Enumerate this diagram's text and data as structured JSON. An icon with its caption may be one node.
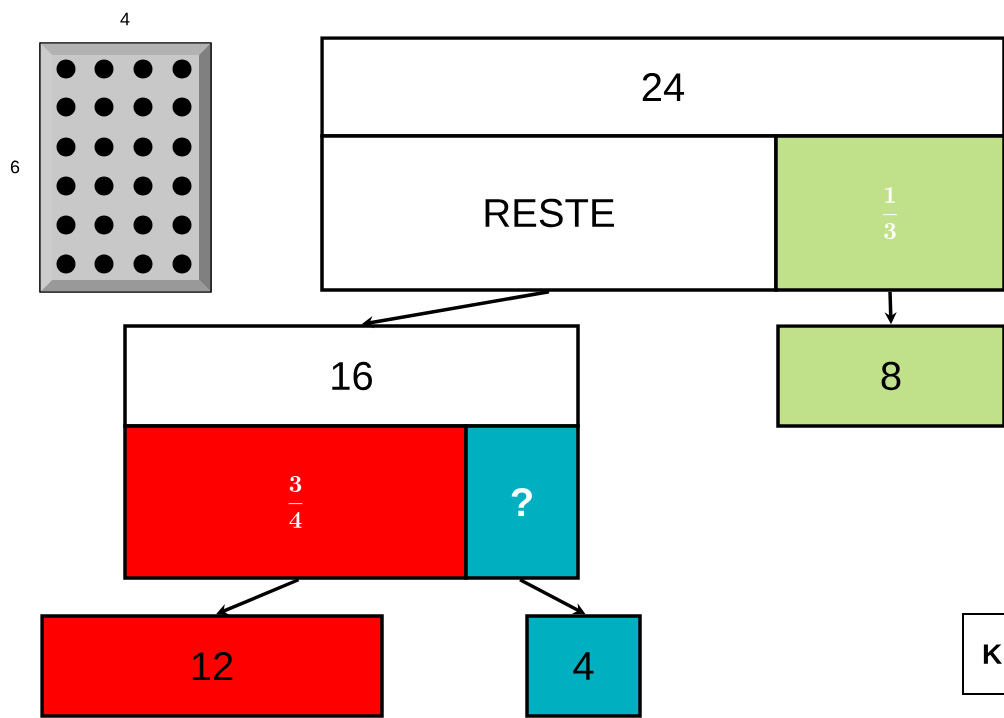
{
  "diagram": {
    "nodes": [
      {
        "text": [
          "24"
        ]
      },
      {
        "text": [
          "RESTE"
        ]
      },
      {
        "text": [
          "\\dfrac{1}{3}"
        ]
      },
      {
        "text": [
          "8"
        ]
      },
      {
        "text": [
          "16"
        ]
      },
      {
        "text": [
          "\\dfrac{3}{4}"
        ]
      },
      {
        "text": [
          "?"
        ]
      },
      {
        "text": [
          "12"
        ]
      },
      {
        "text": [
          "4"
        ]
      },
      {
        "text": [
          "K"
        ]
      }
    ],
    "edges": [
      {
        "from": 1,
        "to": 4,
        "arrow": "to"
      },
      {
        "from": 2,
        "to": 3,
        "arrow": "to"
      },
      {
        "from": 5,
        "to": 7,
        "arrow": "to"
      },
      {
        "from": 6,
        "to": 8,
        "arrow": "to"
      }
    ],
    "labels": [
      "4",
      "6"
    ]
  }
}
